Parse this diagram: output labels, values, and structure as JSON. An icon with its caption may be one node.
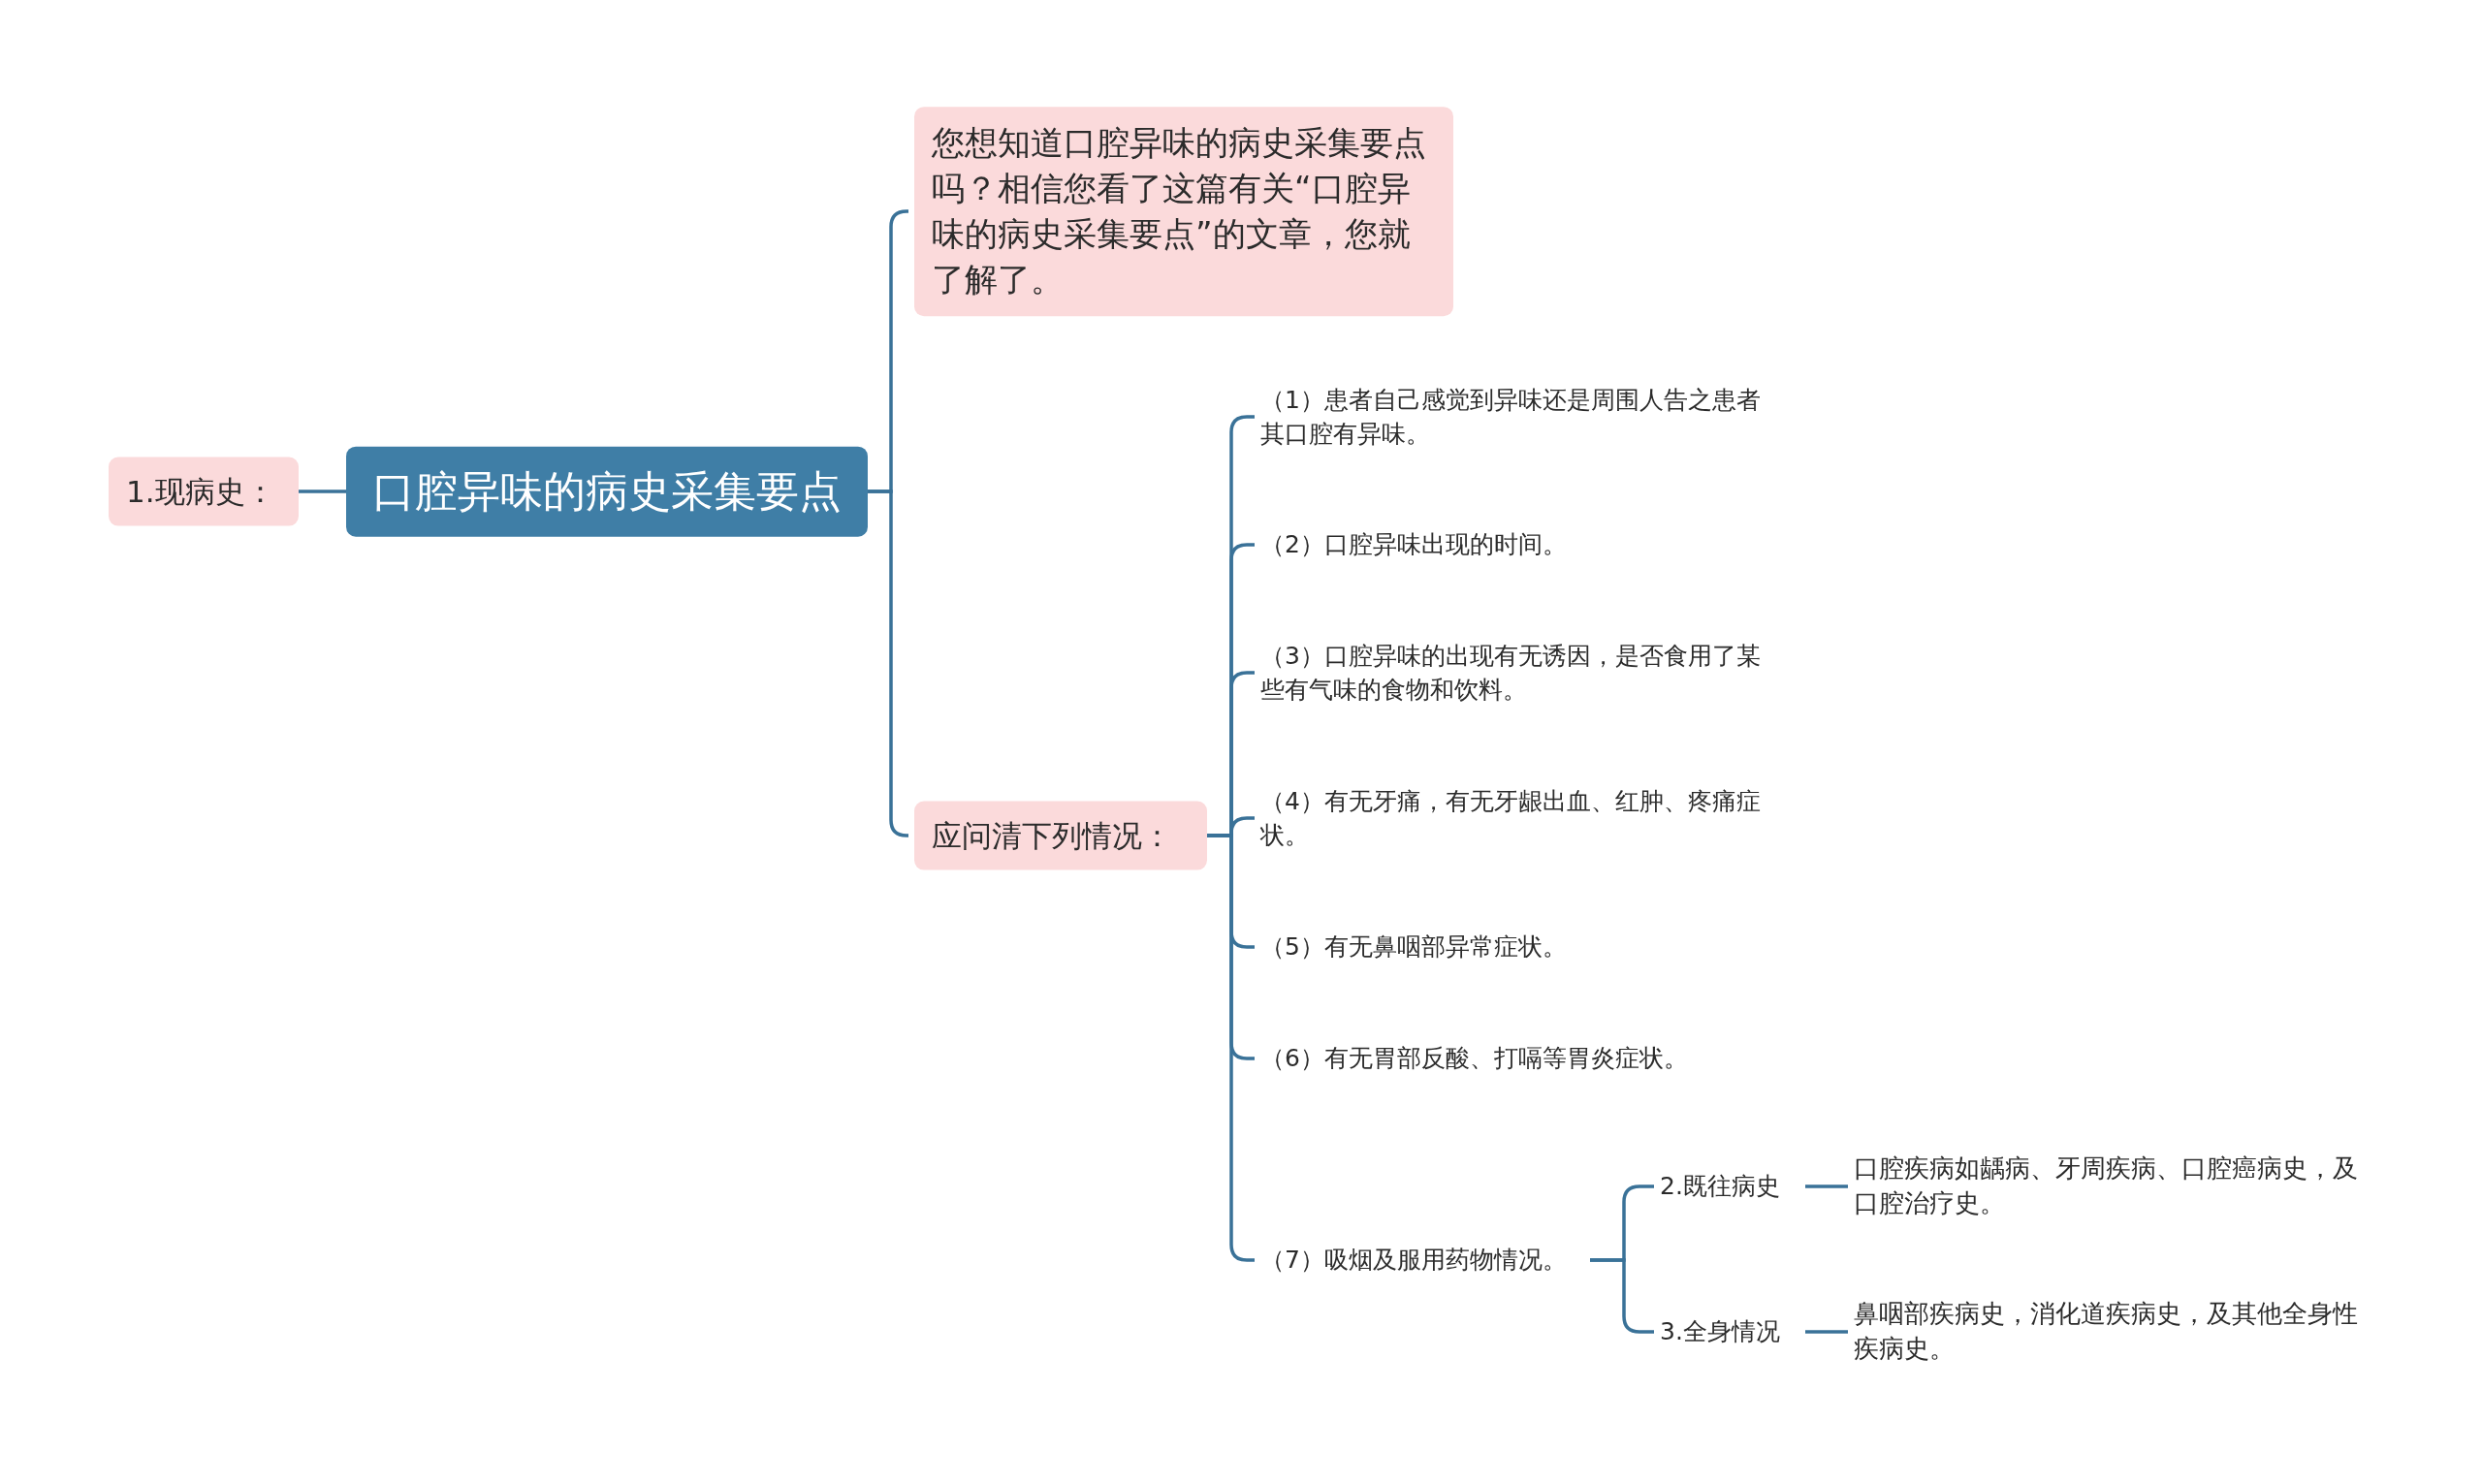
{
  "diagram": {
    "nodes": [
      {
        "text": [
          "口腔异味的病史采集要点"
        ]
      },
      {
        "text": [
          "1.现病史："
        ]
      },
      {
        "text": [
          "您想知道口腔异味的病史采集要点吗？相信您看了这篇有关“口腔异味的病史采集要点”的文章，您就了解了。"
        ]
      },
      {
        "text": [
          "应问清下列情况："
        ]
      },
      {
        "text": [
          "（1）患者自己感觉到异味还是周围人告之患者其口腔有异味。"
        ]
      },
      {
        "text": [
          "（2）口腔异味出现的时间。"
        ]
      },
      {
        "text": [
          "（3）口腔异味的出现有无诱因，是否食用了某些有气味的食物和饮料。"
        ]
      },
      {
        "text": [
          "（4）有无牙痛，有无牙龈出血、红肿、疼痛症状。"
        ]
      },
      {
        "text": [
          "（5）有无鼻咽部异常症状。"
        ]
      },
      {
        "text": [
          "（6）有无胃部反酸、打嗝等胃炎症状。"
        ]
      },
      {
        "text": [
          "（7）吸烟及服用药物情况。"
        ]
      },
      {
        "text": [
          "2.既往病史"
        ]
      },
      {
        "text": [
          "口腔疾病如龋病、牙周疾病、口腔癌病史，及口腔治疗史。"
        ]
      },
      {
        "text": [
          "3.全身情况"
        ]
      },
      {
        "text": [
          "鼻咽部疾病史，消化道疾病史，及其他全身性疾病史。"
        ]
      }
    ],
    "edges": [
      {
        "from": 0,
        "to": 1,
        "arrow": "none"
      },
      {
        "from": 0,
        "to": 2,
        "arrow": "none"
      },
      {
        "from": 0,
        "to": 3,
        "arrow": "none"
      },
      {
        "from": 3,
        "to": 4,
        "arrow": "none"
      },
      {
        "from": 3,
        "to": 5,
        "arrow": "none"
      },
      {
        "from": 3,
        "to": 6,
        "arrow": "none"
      },
      {
        "from": 3,
        "to": 7,
        "arrow": "none"
      },
      {
        "from": 3,
        "to": 8,
        "arrow": "none"
      },
      {
        "from": 3,
        "to": 9,
        "arrow": "none"
      },
      {
        "from": 3,
        "to": 10,
        "arrow": "none"
      },
      {
        "from": 10,
        "to": 11,
        "arrow": "none"
      },
      {
        "from": 10,
        "to": 13,
        "arrow": "none"
      },
      {
        "from": 11,
        "to": 12,
        "arrow": "none"
      },
      {
        "from": 13,
        "to": 14,
        "arrow": "none"
      }
    ]
  }
}
